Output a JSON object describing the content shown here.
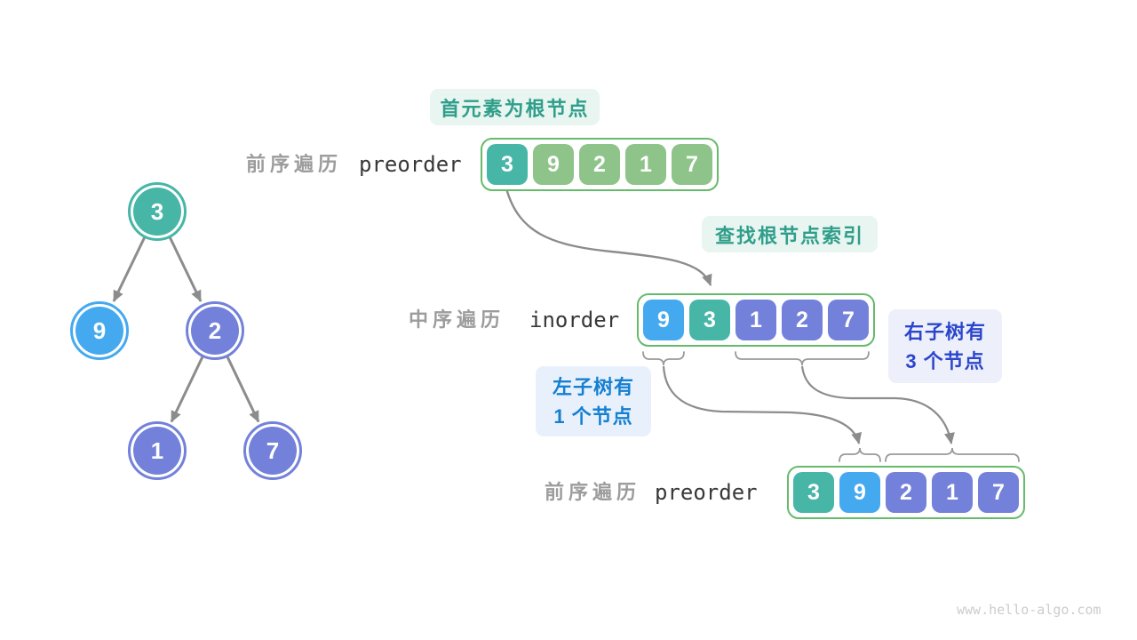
{
  "watermark": "www.hello-algo.com",
  "palette": {
    "teal": "#47b6a7",
    "green": "#8ec48a",
    "blue": "#45a9f0",
    "purple": "#7381da",
    "array_border": "#66bb6a",
    "arrow_gray": "#8c8c8c",
    "brace_gray": "#9a9a9a",
    "label_gray": "#9c9c9c",
    "mono_dark": "#383838",
    "watermark_gray": "#cccccc"
  },
  "badges": {
    "root_hint": {
      "text": "首元素为根节点",
      "fg": "#2f9e8a",
      "bg": "#e8f5f0"
    },
    "find_root": {
      "text": "查找根节点索引",
      "fg": "#2f9e8a",
      "bg": "#e8f5f0"
    },
    "left_subtree": {
      "line1": "左子树有",
      "line2": "1 个节点",
      "fg": "#157fd2",
      "bg": "#e8f1fb"
    },
    "right_subtree": {
      "line1": "右子树有",
      "line2": "3 个节点",
      "fg": "#2c46cb",
      "bg": "#edf0fb"
    }
  },
  "rows": {
    "preorder_top": {
      "label_zh": "前序遍历",
      "label_en": "preorder",
      "cells": [
        {
          "value": "3",
          "color": "teal"
        },
        {
          "value": "9",
          "color": "green"
        },
        {
          "value": "2",
          "color": "green"
        },
        {
          "value": "1",
          "color": "green"
        },
        {
          "value": "7",
          "color": "green"
        }
      ]
    },
    "inorder": {
      "label_zh": "中序遍历",
      "label_en": "inorder",
      "cells": [
        {
          "value": "9",
          "color": "blue"
        },
        {
          "value": "3",
          "color": "teal"
        },
        {
          "value": "1",
          "color": "purple"
        },
        {
          "value": "2",
          "color": "purple"
        },
        {
          "value": "7",
          "color": "purple"
        }
      ]
    },
    "preorder_bottom": {
      "label_zh": "前序遍历",
      "label_en": "preorder",
      "cells": [
        {
          "value": "3",
          "color": "teal"
        },
        {
          "value": "9",
          "color": "blue"
        },
        {
          "value": "2",
          "color": "purple"
        },
        {
          "value": "1",
          "color": "purple"
        },
        {
          "value": "7",
          "color": "purple"
        }
      ]
    }
  },
  "tree": {
    "nodes": [
      {
        "value": "3",
        "color": "teal"
      },
      {
        "value": "9",
        "color": "blue"
      },
      {
        "value": "2",
        "color": "purple"
      },
      {
        "value": "1",
        "color": "purple"
      },
      {
        "value": "7",
        "color": "purple"
      }
    ]
  }
}
